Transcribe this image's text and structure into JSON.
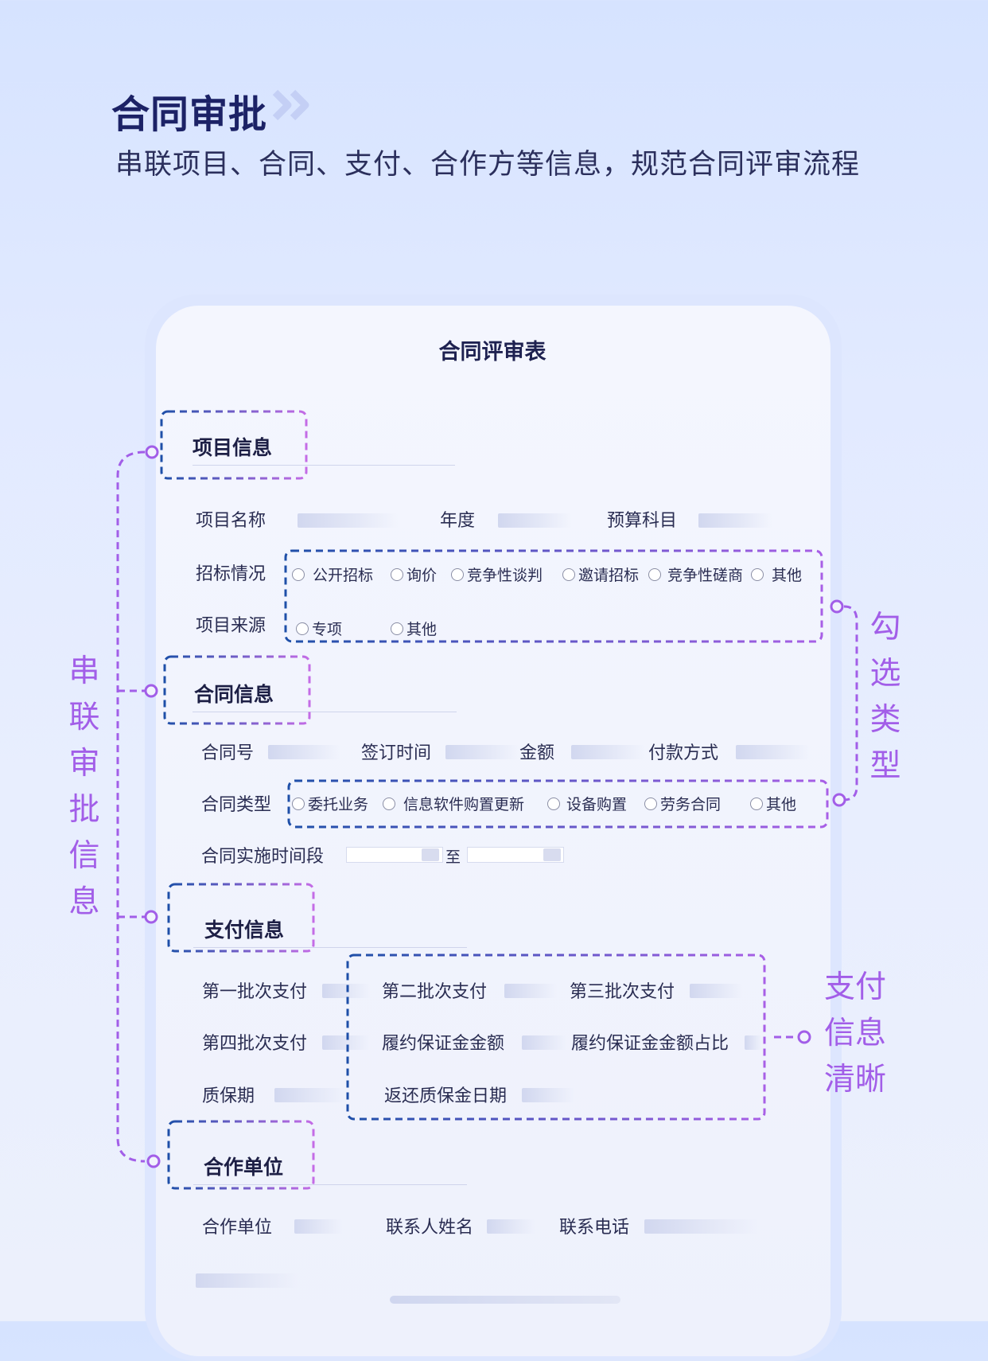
{
  "hero": {
    "title": "合同审批",
    "subtitle": "串联项目、合同、支付、合作方等信息，规范合同评审流程"
  },
  "form": {
    "title": "合同评审表",
    "project": {
      "title": "项目信息",
      "name_label": "项目名称",
      "year_label": "年度",
      "budget_label": "预算科目",
      "bidding_label": "招标情况",
      "bidding_options": [
        "公开招标",
        "询价",
        "竞争性谈判",
        "邀请招标",
        "竞争性磋商",
        "其他"
      ],
      "source_label": "项目来源",
      "source_options": [
        "专项",
        "其他"
      ]
    },
    "contract": {
      "title": "合同信息",
      "no_label": "合同号",
      "sign_label": "签订时间",
      "amount_label": "金额",
      "payment_method_label": "付款方式",
      "type_label": "合同类型",
      "type_options": [
        "委托业务",
        "信息软件购置更新",
        "设备购置",
        "劳务合同",
        "其他"
      ],
      "period_label": "合同实施时间段",
      "period_to": "至"
    },
    "payment": {
      "title": "支付信息",
      "labels": [
        "第一批次支付",
        "第二批次支付",
        "第三批次支付",
        "第四批次支付",
        "履约保证金金额",
        "履约保证金金额占比",
        "质保期",
        "返还质保金日期"
      ]
    },
    "partner": {
      "title": "合作单位",
      "unit_label": "合作单位",
      "contact_label": "联系人姓名",
      "phone_label": "联系电话"
    }
  },
  "annotations": {
    "left": [
      "串",
      "联",
      "审",
      "批",
      "信",
      "息"
    ],
    "right_check": [
      "勾",
      "选",
      "类",
      "型"
    ],
    "right_payment": [
      "支付",
      "信息",
      "清晰"
    ]
  },
  "colors": {
    "brand_blue": "#1e4fa8",
    "accent_purple": "#a25ee8",
    "title_navy": "#1c2266"
  }
}
